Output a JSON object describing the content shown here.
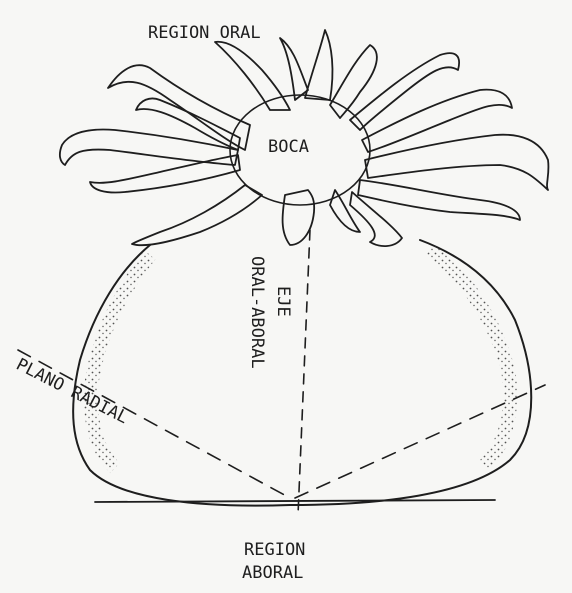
{
  "labels": {
    "region_oral": "REGION ORAL",
    "boca": "BOCA",
    "eje_line1": "EJE",
    "eje_line2": "ORAL-ABORAL",
    "plano_radial": "PLANO RADIAL",
    "region_aboral_line1": "REGION",
    "region_aboral_line2": "ABORAL"
  },
  "colors": {
    "ink": "#1e1e1e",
    "paper": "#f7f7f5"
  }
}
